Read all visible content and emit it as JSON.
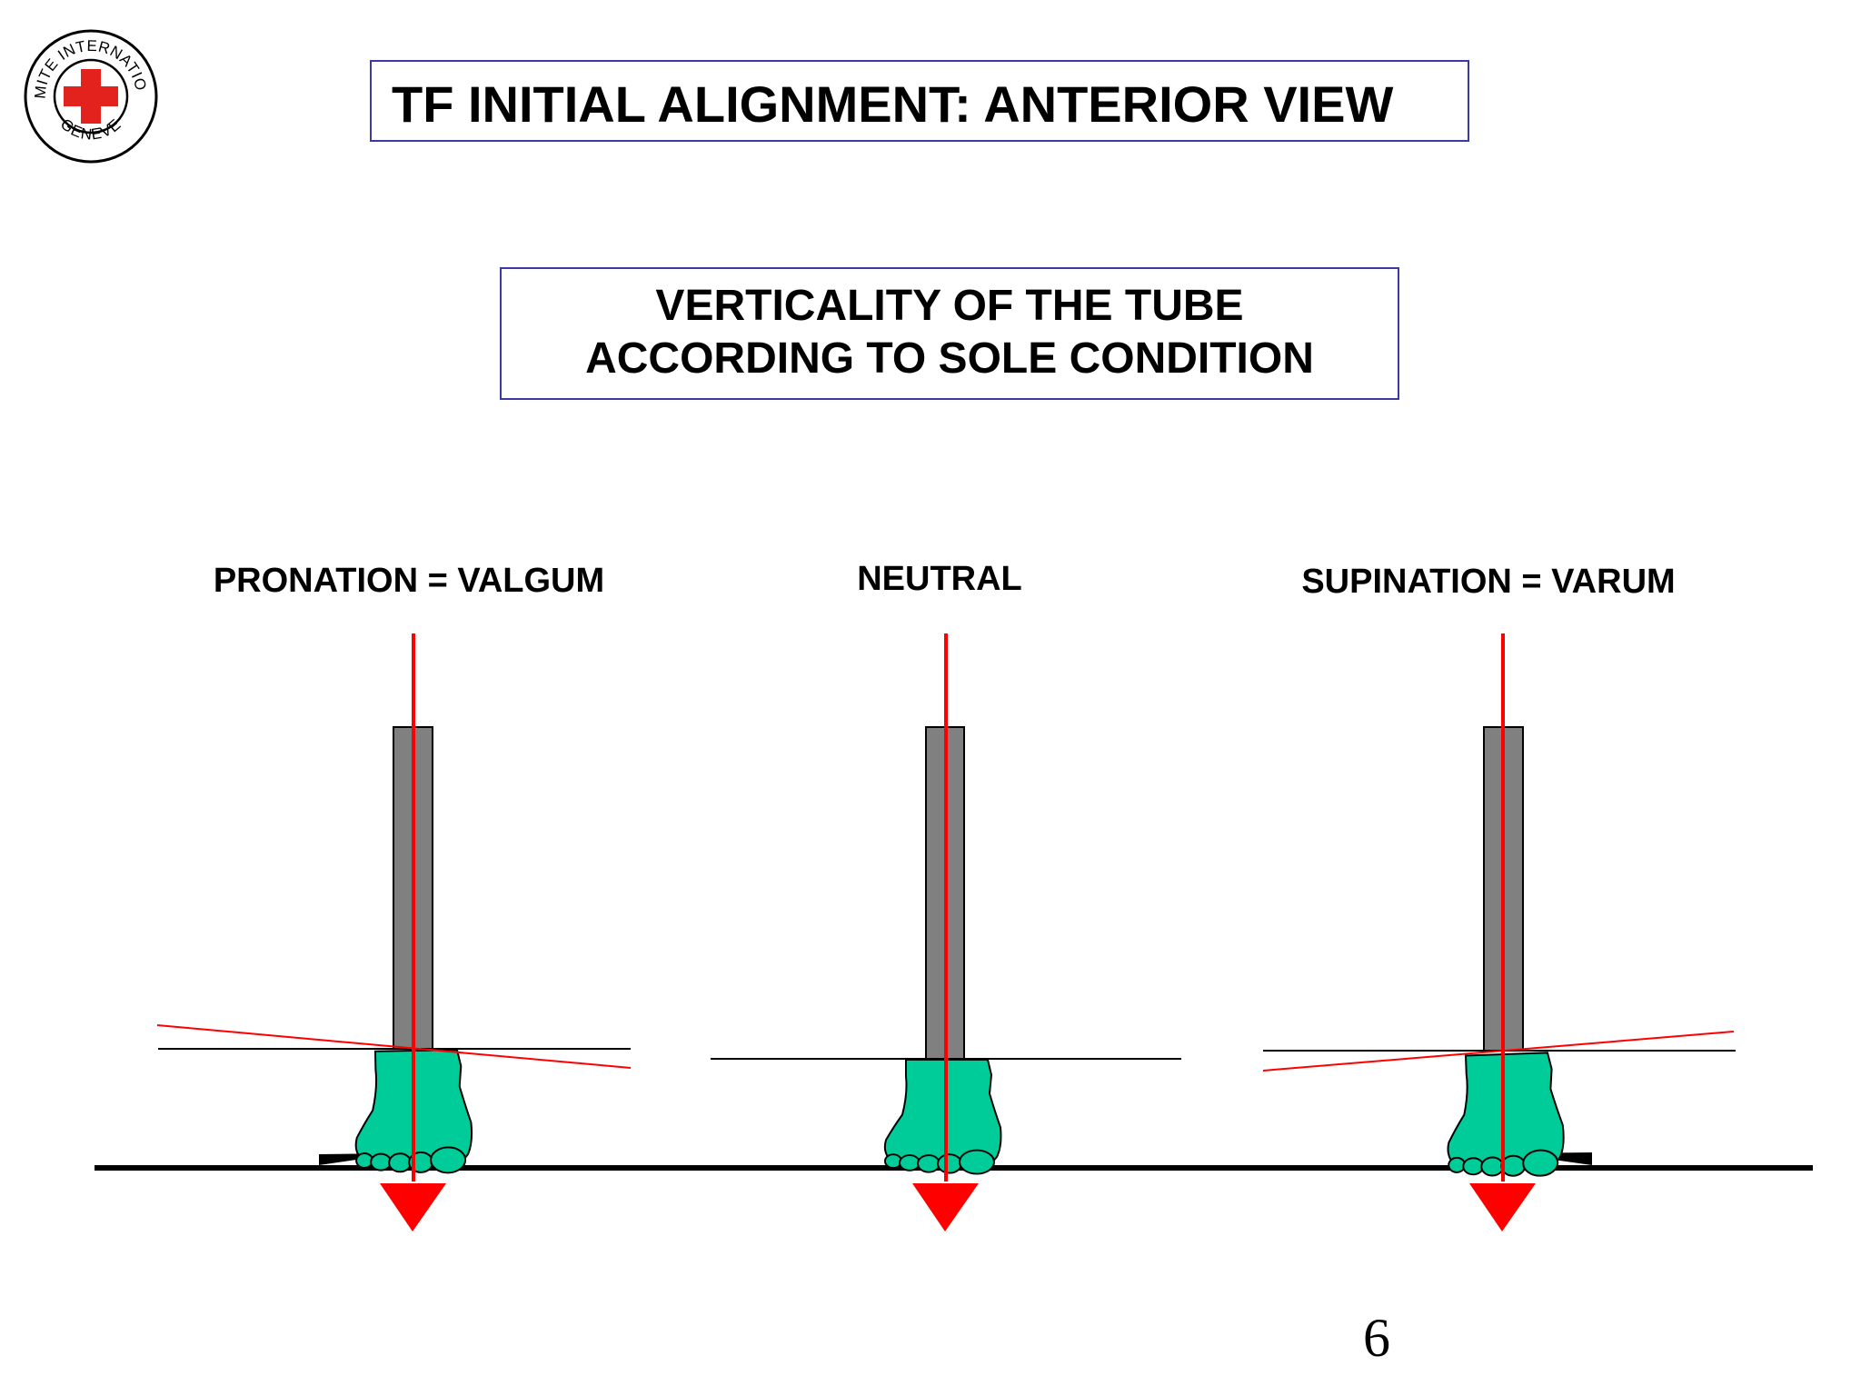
{
  "logo": {
    "arc_top": "COMITE INTERNATIONAL",
    "arc_bottom": "GENEVE",
    "cross_color": "#e3221e"
  },
  "title": "TF INITIAL ALIGNMENT: ANTERIOR VIEW",
  "subtitle": {
    "line1": "VERTICALITY OF THE TUBE",
    "line2": "ACCORDING TO SOLE CONDITION"
  },
  "conditions": [
    {
      "label": "PRONATION = VALGUM"
    },
    {
      "label": "NEUTRAL"
    },
    {
      "label": "SUPINATION = VARUM"
    }
  ],
  "colors": {
    "foot": "#00cc99",
    "tube": "#808080",
    "load_line": "#ff0000",
    "frame": "#3a3aa0"
  },
  "page_number": "6"
}
